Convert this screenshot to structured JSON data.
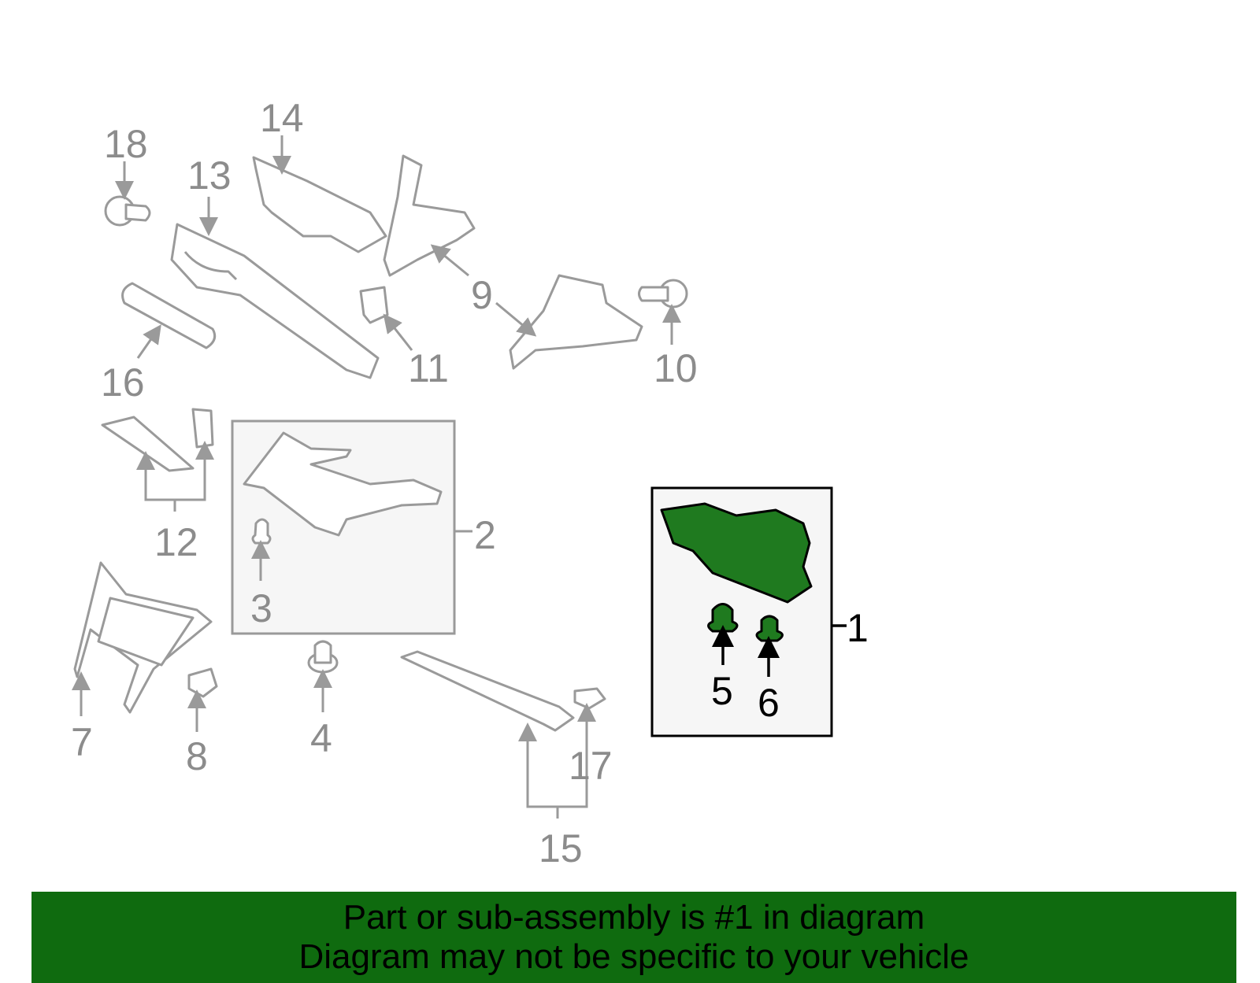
{
  "labels": {
    "p1": "1",
    "p2": "2",
    "p3": "3",
    "p4": "4",
    "p5": "5",
    "p6": "6",
    "p7": "7",
    "p8": "8",
    "p9": "9",
    "p10": "10",
    "p11": "11",
    "p12": "12",
    "p13": "13",
    "p14": "14",
    "p15": "15",
    "p16": "16",
    "p17": "17",
    "p18": "18"
  },
  "banner": {
    "line1": "Part or sub-assembly is #1 in diagram",
    "line2": "Diagram may not be specific to your vehicle"
  },
  "colors": {
    "highlight": "#1f7a1f",
    "banner": "#0f6b0f",
    "outline": "#9a9a9a"
  }
}
